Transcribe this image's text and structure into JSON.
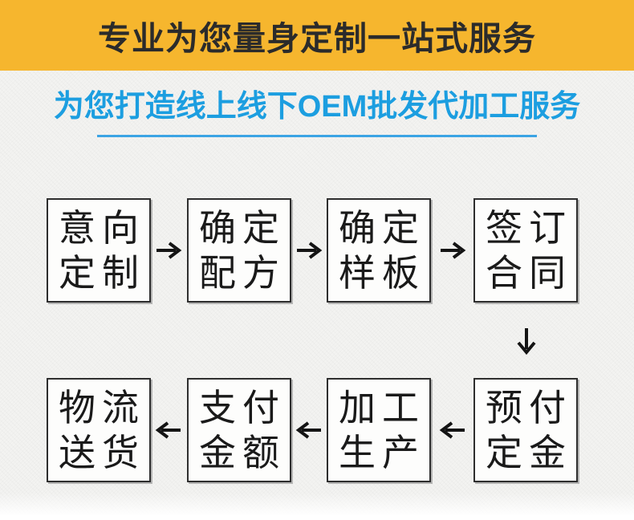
{
  "banner": {
    "title": "专业为您量身定制一站式服务"
  },
  "subtitle": {
    "text": "为您打造线上线下OEM批发代加工服务"
  },
  "flow": {
    "rows": [
      {
        "direction": "left-to-right",
        "steps": [
          {
            "name": "意向定制",
            "lines": [
              "意向",
              "定制"
            ]
          },
          {
            "name": "确定配方",
            "lines": [
              "确定",
              "配方"
            ]
          },
          {
            "name": "确定样板",
            "lines": [
              "确定",
              "样板"
            ]
          },
          {
            "name": "签订合同",
            "lines": [
              "签订",
              "合同"
            ]
          }
        ]
      },
      {
        "direction": "right-to-left",
        "steps": [
          {
            "name": "物流送货",
            "lines": [
              "物流",
              "送货"
            ]
          },
          {
            "name": "支付金额",
            "lines": [
              "支付",
              "金额"
            ]
          },
          {
            "name": "加工生产",
            "lines": [
              "加工",
              "生产"
            ]
          },
          {
            "name": "预付定金",
            "lines": [
              "预付",
              "定金"
            ]
          }
        ]
      }
    ]
  },
  "colors": {
    "banner_bg": "#F6B62E",
    "banner_text": "#2B2B2B",
    "subtitle_blue": "#1C9EE0",
    "underline_blue": "#3BA4E4",
    "box_border": "#2E2E2E",
    "arrow_black": "#141414",
    "page_bg": "#F3F3F1"
  }
}
